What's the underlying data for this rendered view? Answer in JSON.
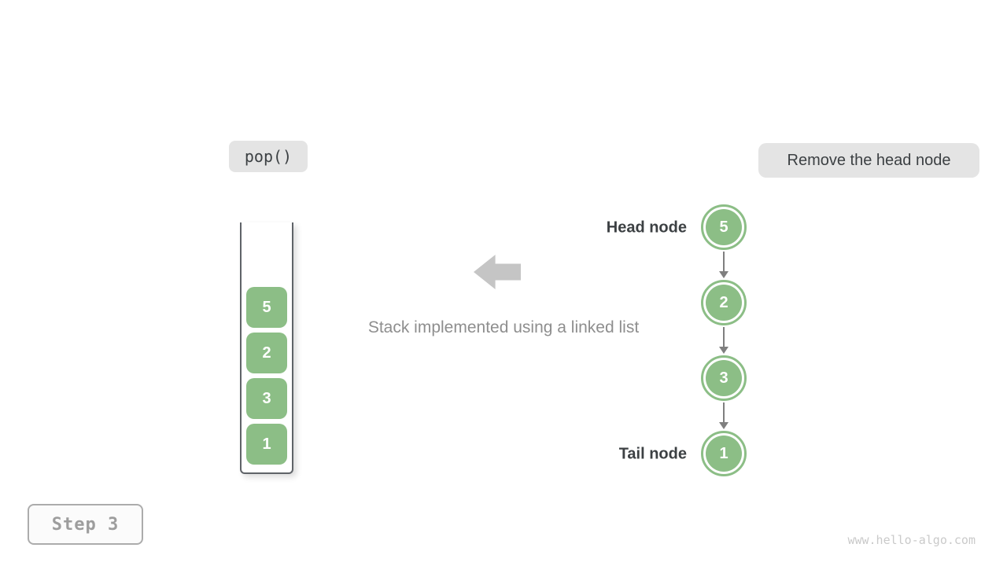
{
  "page": {
    "watermark": "www.hello-algo.com",
    "background": "#ffffff"
  },
  "labels": {
    "operation": "pop()",
    "annotation": "Remove the head node",
    "caption": "Stack implemented using a linked list",
    "step": "Step 3",
    "head_label": "Head node",
    "tail_label": "Tail node"
  },
  "stack": {
    "items_top_to_bottom": [
      "5",
      "2",
      "3",
      "1"
    ]
  },
  "linked_list": {
    "nodes_head_to_tail": [
      "5",
      "2",
      "3",
      "1"
    ],
    "node_centers_y": [
      289,
      385,
      481,
      577
    ]
  },
  "colors": {
    "green": "#8cbe86",
    "box_bg": "#e4e4e4",
    "dark_text": "#3c4043",
    "caption_text": "#8e8e8e",
    "block_arrow": "#c5c5c5",
    "connector_arrow": "#7f7f7f",
    "stack_border": "#5f6368",
    "step_text": "#9d9d9d",
    "step_border": "#acacac",
    "watermark_text": "#cacaca"
  }
}
